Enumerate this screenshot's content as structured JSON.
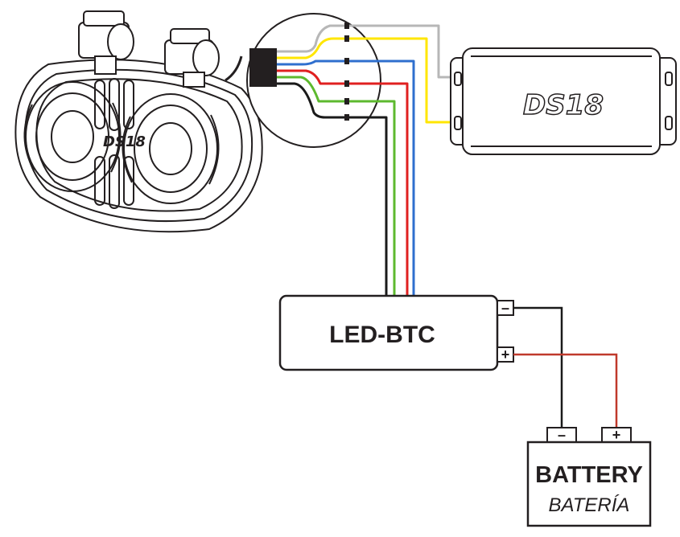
{
  "controller": {
    "label": "LED-BTC",
    "neg_terminal": "–",
    "pos_terminal": "+"
  },
  "battery": {
    "title": "BATTERY",
    "subtitle": "BATERÍA",
    "neg_terminal": "–",
    "pos_terminal": "+"
  },
  "brand": {
    "amplifier_logo": "DS18",
    "speaker_logo": "DS18"
  },
  "wires": {
    "gray": "#b7b7b7",
    "yellow": "#ffe600",
    "blue": "#2f6fce",
    "red": "#e02020",
    "green": "#5db92e",
    "black": "#1a1a1a",
    "power_red": "#c0392b"
  },
  "outline_color": "#231f20"
}
